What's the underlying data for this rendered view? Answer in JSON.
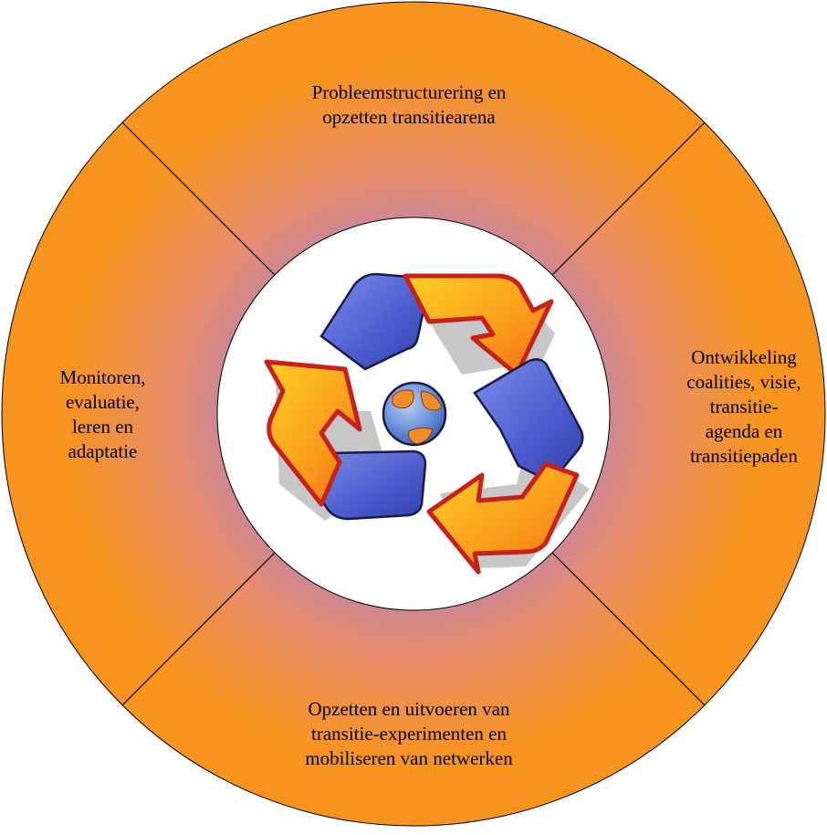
{
  "segments": {
    "top": "Probleemstructurering en\nopzetten transitiearena",
    "right": "Ontwikkeling\ncoalities, visie,\ntransitie-\nagenda en\ntransitiepaden",
    "bottom": "Opzetten en uitvoeren van\ntransitie-experimenten en\nmobiliseren van netwerken",
    "left": "Monitoren,\nevaluatie,\nleren en\nadaptatie"
  },
  "colors": {
    "ring_outer": "#f7941d",
    "ring_inner": "#b081b4",
    "center": "#ffffff",
    "arrow_orange": "#f9a11b",
    "arrow_red": "#e8361d",
    "arrow_blue": "#4a5ccd",
    "globe_blue": "#6a8fd8",
    "globe_land": "#f28c28"
  },
  "center_icon": "recycle-globe-icon"
}
